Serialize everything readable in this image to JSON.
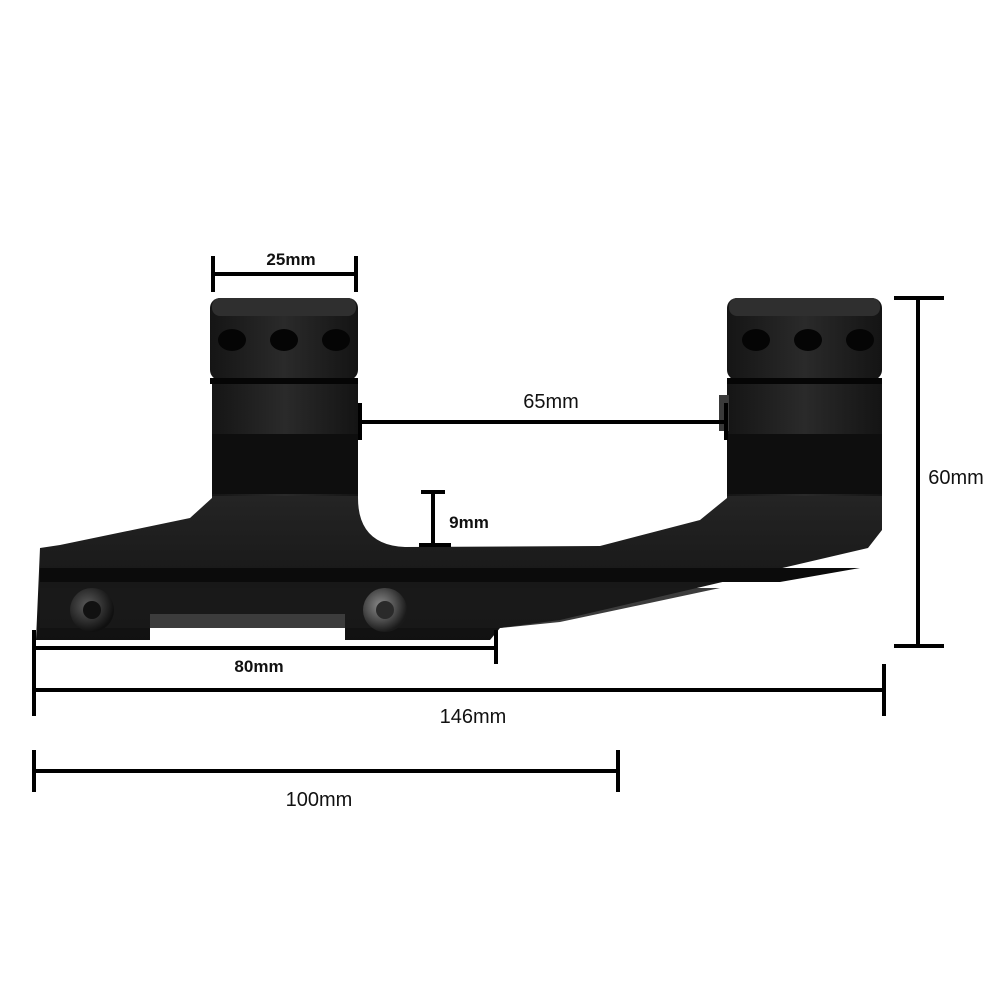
{
  "dimensions": {
    "ring_width": "25mm",
    "ring_spacing": "65mm",
    "height": "60mm",
    "base_clearance": "9mm",
    "clamp_length": "80mm",
    "total_length": "146mm",
    "reference_length": "100mm"
  },
  "colors": {
    "mount_body": "#1c1c1c",
    "mount_highlight": "#3a3a3a",
    "mount_shadow": "#0a0a0a",
    "dimension_lines": "#000000"
  }
}
